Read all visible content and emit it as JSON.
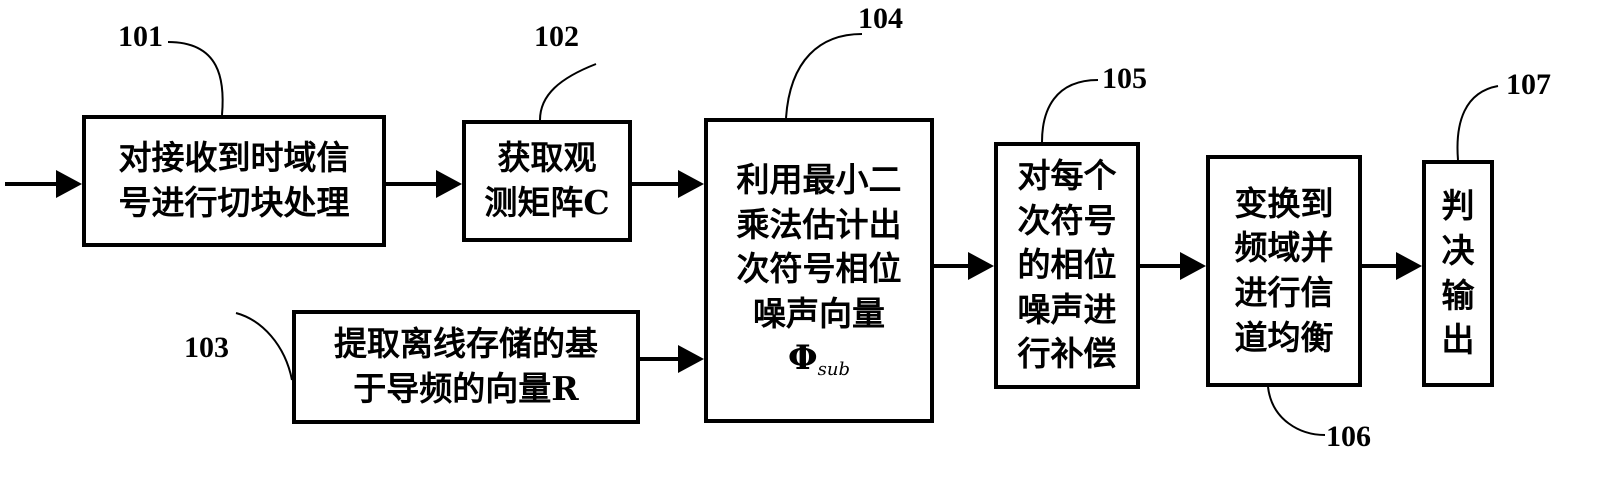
{
  "blocks": {
    "b101": {
      "lines": [
        "对接收到时域信",
        "号进行切块处理"
      ]
    },
    "b102": {
      "lines": [
        "获取观",
        "测矩阵C"
      ]
    },
    "b103": {
      "lines": [
        "提取离线存储的基",
        "于导频的向量R"
      ]
    },
    "b104": {
      "lines": [
        "利用最小二",
        "乘法估计出",
        "次符号相位",
        "噪声向量"
      ],
      "symbol": "Φ",
      "symbol_sub": "sub"
    },
    "b105": {
      "lines": [
        "对每个",
        "次符号",
        "的相位",
        "噪声进",
        "行补偿"
      ]
    },
    "b106": {
      "lines": [
        "变换到",
        "频域并",
        "进行信",
        "道均衡"
      ]
    },
    "b107": {
      "lines": [
        "判",
        "决",
        "输",
        "出"
      ]
    }
  },
  "labels": {
    "l101": "101",
    "l102": "102",
    "l103": "103",
    "l104": "104",
    "l105": "105",
    "l106": "106",
    "l107": "107"
  }
}
